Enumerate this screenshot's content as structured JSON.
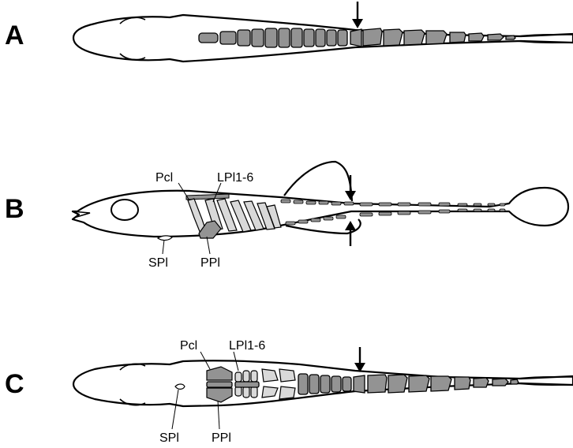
{
  "panels": [
    {
      "letter": "A"
    },
    {
      "letter": "B",
      "labels": {
        "pcl": "Pcl",
        "lpl": "LPl1-6",
        "spl": "SPl",
        "ppl": "PPl"
      }
    },
    {
      "letter": "C",
      "labels": {
        "pcl": "Pcl",
        "lpl": "LPl1-6",
        "spl": "SPl",
        "ppl": "PPl"
      }
    }
  ],
  "colors": {
    "ossified_bone": "#939393",
    "cartilage_light": "#d9d9d9",
    "outline": "#000000",
    "background": "#ffffff"
  }
}
